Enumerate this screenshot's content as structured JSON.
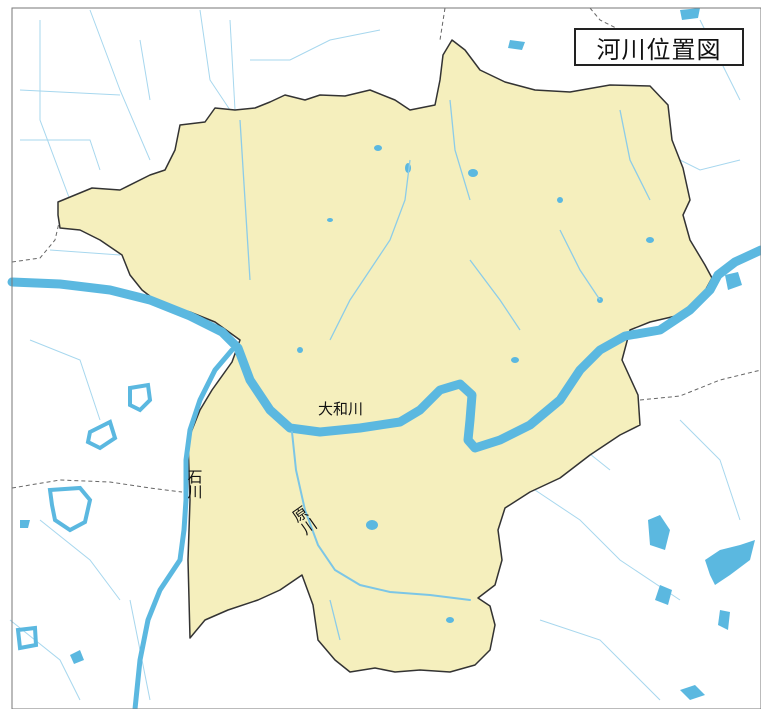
{
  "map": {
    "title": "河川位置図",
    "rivers": [
      {
        "id": "yamato",
        "label": "大和川",
        "orientation": "horizontal"
      },
      {
        "id": "ishikawa",
        "label": "石川",
        "orientation": "vertical"
      },
      {
        "id": "harakawa",
        "label": "原川",
        "orientation": "vertical"
      }
    ],
    "colors": {
      "background": "#ffffff",
      "region_fill": "#f5efbd",
      "region_border": "#333333",
      "water": "#5bb8e0",
      "minor_line": "#9fd3ec",
      "boundary_dashed": "#666666"
    }
  }
}
